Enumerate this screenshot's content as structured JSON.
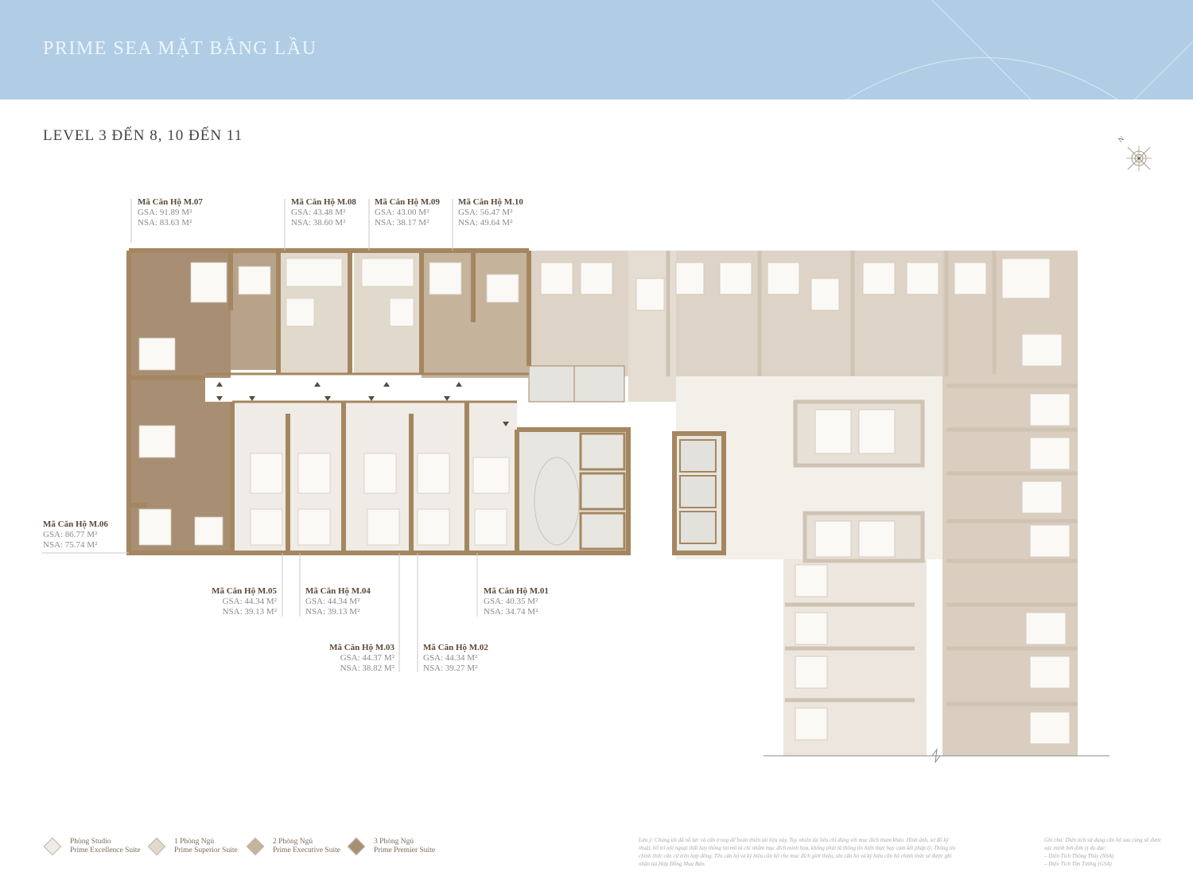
{
  "header": {
    "title": "PRIME SEA MẶT BẰNG LẦU",
    "background": "#b0cde5"
  },
  "level_title": "LEVEL 3 ĐẾN 8, 10 ĐẾN 11",
  "compass": {
    "label": "N",
    "icon": "compass-rose-icon"
  },
  "units": [
    {
      "code": "Mã Căn Hộ M.07",
      "gsa": "GSA: 91.89 M²",
      "nsa": "NSA: 83.63 M²"
    },
    {
      "code": "Mã Căn Hộ M.08",
      "gsa": "GSA: 43.48 M²",
      "nsa": "NSA: 38.60 M²"
    },
    {
      "code": "Mã Căn Hộ M.09",
      "gsa": "GSA: 43.00 M²",
      "nsa": "NSA: 38.17 M²"
    },
    {
      "code": "Mã Căn Hộ M.10",
      "gsa": "GSA: 56.47 M²",
      "nsa": "NSA: 49.64 M²"
    },
    {
      "code": "Mã Căn Hộ M.06",
      "gsa": "GSA: 86.77 M²",
      "nsa": "NSA: 75.74 M²"
    },
    {
      "code": "Mã Căn Hộ M.05",
      "gsa": "GSA: 44.34 M²",
      "nsa": "NSA: 39.13 M²"
    },
    {
      "code": "Mã Căn Hộ M.04",
      "gsa": "GSA: 44.34 M²",
      "nsa": "NSA: 39.13 M²"
    },
    {
      "code": "Mã Căn Hộ M.01",
      "gsa": "GSA: 40.35 M²",
      "nsa": "NSA: 34.74 M²"
    },
    {
      "code": "Mã Căn Hộ M.03",
      "gsa": "GSA: 44.37 M²",
      "nsa": "NSA: 38.82 M²"
    },
    {
      "code": "Mã Căn Hộ M.02",
      "gsa": "GSA: 44.34 M²",
      "nsa": "NSA: 39.27 M²"
    }
  ],
  "legend": [
    {
      "line1": "Phòng Studio",
      "line2": "Prime Excellence Suite",
      "color": "#efebe6"
    },
    {
      "line1": "1 Phòng Ngủ",
      "line2": "Prime Superior Suite",
      "color": "#e2d9cd"
    },
    {
      "line1": "2 Phòng Ngủ",
      "line2": "Prime Executive Suite",
      "color": "#c6b39c"
    },
    {
      "line1": "3 Phòng Ngủ",
      "line2": "Prime Premier Suite",
      "color": "#a88f74"
    }
  ],
  "disclaimer": "Lưu ý: Chúng tôi đã nỗ lực và cẩn trọng để hoàn thiện tài liệu này. Tuy nhiên tài liệu chỉ dùng với mục đích tham khảo. Hình ảnh, sơ đồ kỹ thuật, bố trí nội ngoại thất hay thông tin mô tả chỉ nhằm mục đích minh họa, không phải là thông tin hiện thực hay cam kết pháp lý. Thông tin chính thức căn cứ trên hợp đồng. Tên căn hộ và ký hiệu căn hộ cho mục đích giới thiệu, tên căn hộ và ký hiệu căn hộ chính thức sẽ được ghi nhận tại Hợp Đồng Mua Bán.",
  "note": {
    "line1": "Ghi chú: Diện tích sử dụng căn hộ sau cùng sẽ được xác minh bởi đơn vị đo đạc:",
    "line2": "– Diện Tích Thông Thủy (NSA)",
    "line3": "– Diện Tích Tim Tường (GSA)"
  },
  "colors": {
    "wall_dark": "#a48760",
    "three_bed": "#a88f74",
    "two_bed": "#c6b39c",
    "one_bed": "#e2d9cd",
    "studio": "#efebe6",
    "faded": "#ddd3c6",
    "faded_light": "#ece6de"
  }
}
